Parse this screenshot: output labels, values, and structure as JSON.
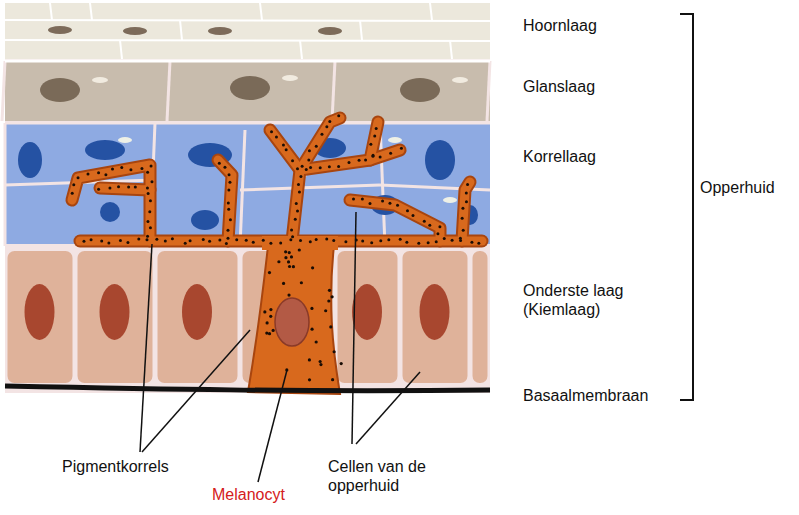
{
  "diagram": {
    "labels": [
      "Hoornlaag",
      "Glanslaag",
      "Korrellaag",
      "Opperhuid",
      "Onderste laag (Kiemlaag)",
      "Basaalmembraan",
      "Pigmentkorrels",
      "Melanocyt",
      "Cellen van de opperhuid"
    ]
  }
}
